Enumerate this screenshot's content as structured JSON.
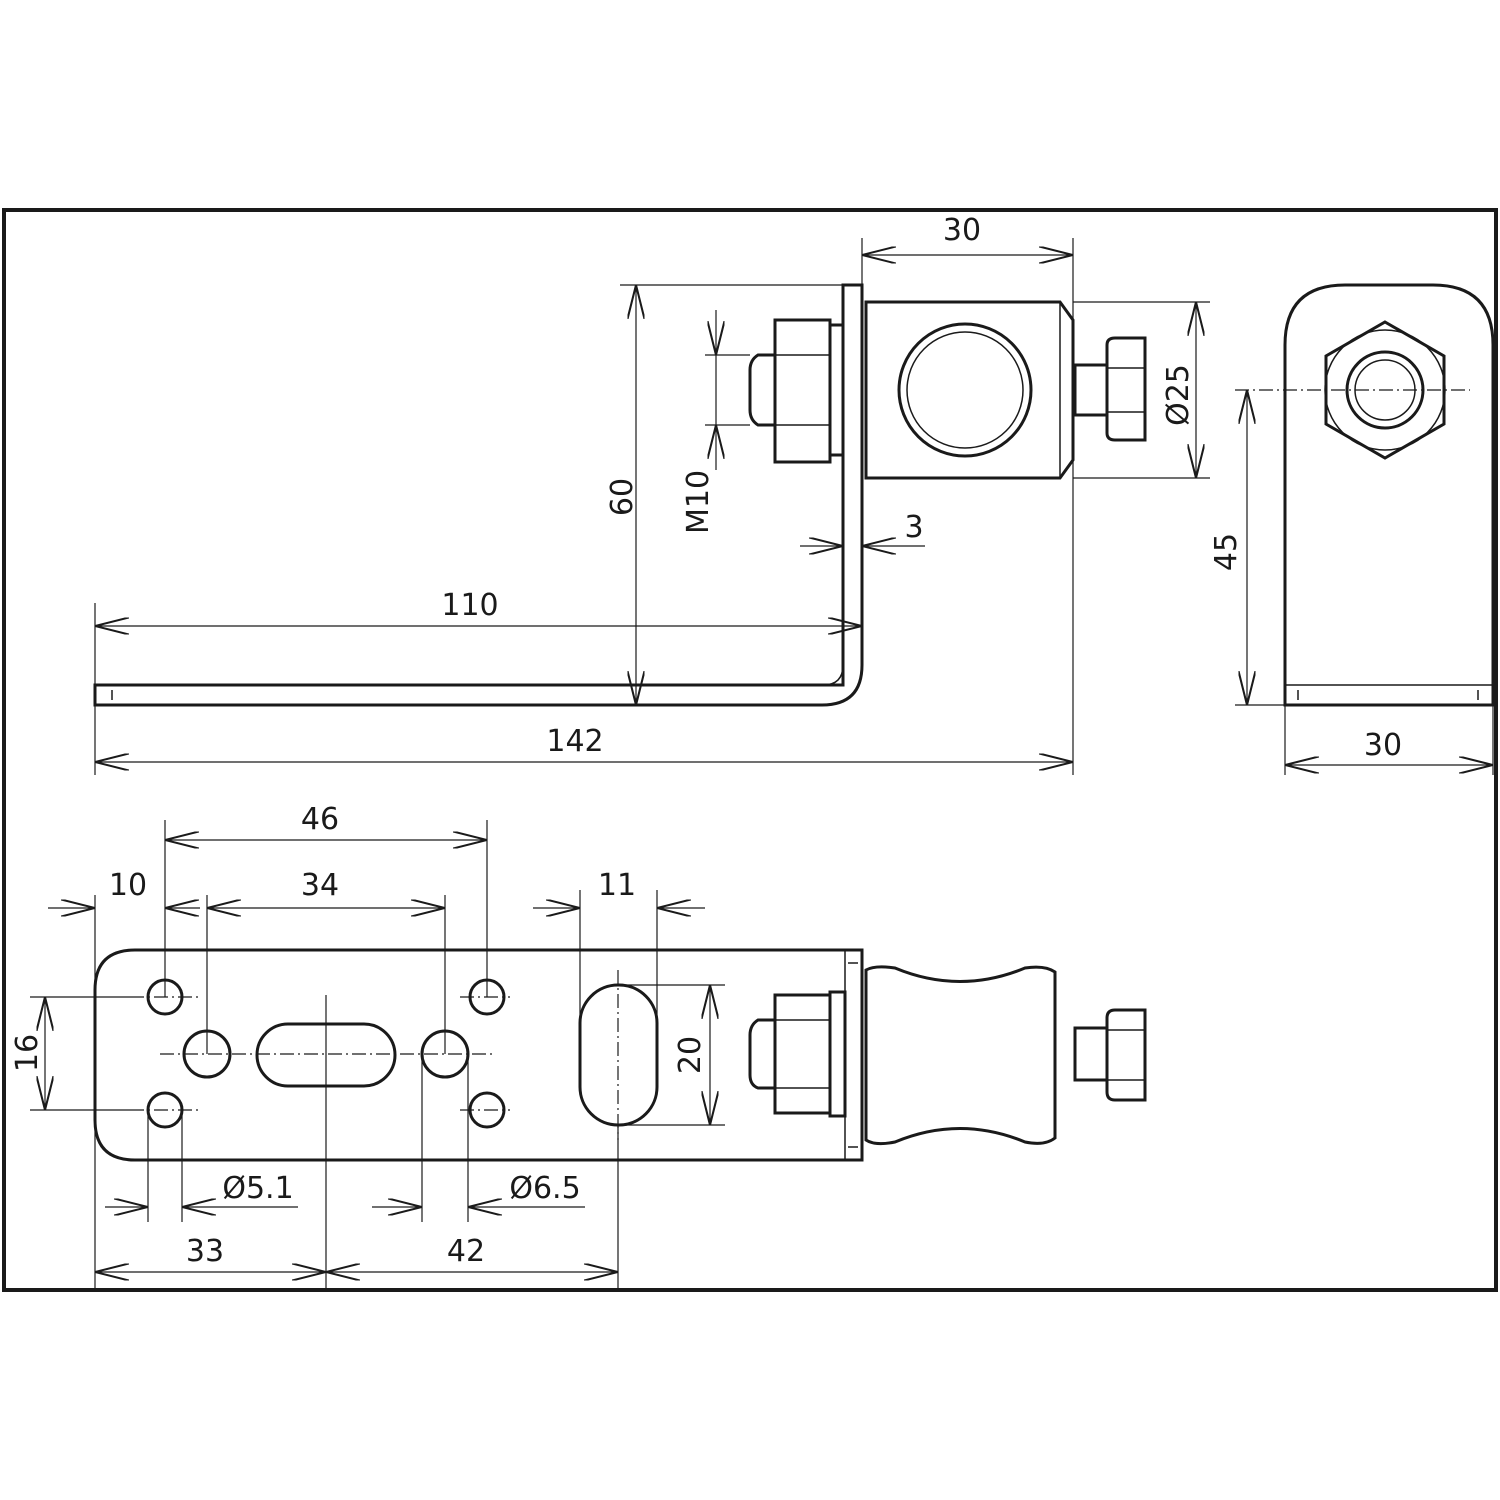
{
  "dimensions": {
    "side_view": {
      "cylinder_length": "30",
      "height": "60",
      "thread": "M10",
      "cylinder_diameter": "Ø25",
      "plate_thickness": "3",
      "arm_length": "110",
      "overall_length": "142"
    },
    "end_view": {
      "center_height": "45",
      "width": "30"
    },
    "top_view": {
      "hole_spacing_outer": "46",
      "edge_to_hole": "10",
      "hole_spacing_inner": "34",
      "slot_width": "11",
      "hole_row_spacing": "16",
      "slot_length": "20",
      "small_hole_diameter": "Ø5.1",
      "large_hole_diameter": "Ø6.5",
      "edge_to_slot_center": "33",
      "slot_to_slot": "42"
    }
  }
}
